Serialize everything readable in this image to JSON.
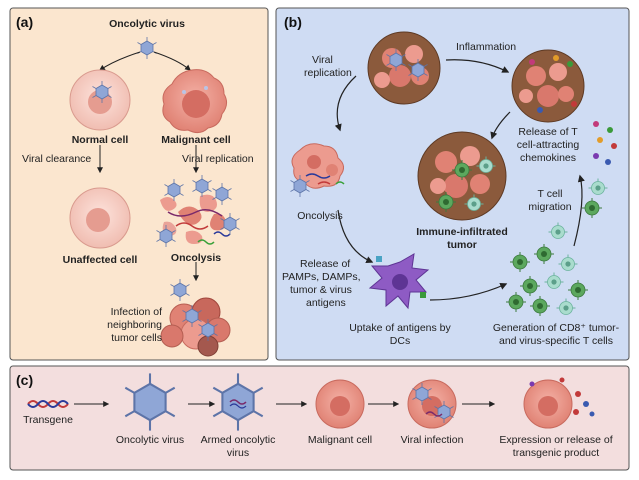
{
  "panels": {
    "a": {
      "letter": "(a)",
      "oncolytic_virus": "Oncolytic virus",
      "normal_cell": "Normal cell",
      "malignant_cell": "Malignant cell",
      "viral_clearance": "Viral clearance",
      "viral_replication": "Viral replication",
      "unaffected_cell": "Unaffected cell",
      "oncolysis": "Oncolysis",
      "infection_line1": "Infection of",
      "infection_line2": "neighboring",
      "infection_line3": "tumor cells"
    },
    "b": {
      "letter": "(b)",
      "viral_replication_line1": "Viral",
      "viral_replication_line2": "replication",
      "inflammation": "Inflammation",
      "release_t_line1": "Release of T",
      "release_t_line2": "cell-attracting",
      "release_t_line3": "chemokines",
      "oncolysis": "Oncolysis",
      "immune_line1": "Immune-infiltrated",
      "immune_line2": "tumor",
      "t_cell_line1": "T cell",
      "t_cell_line2": "migration",
      "release_pamps_line1": "Release of",
      "release_pamps_line2": "PAMPs, DAMPs,",
      "release_pamps_line3": "tumor & virus",
      "release_pamps_line4": "antigens",
      "uptake_line1": "Uptake of antigens by",
      "uptake_line2": "DCs",
      "generation_line1": "Generation of CD8⁺ tumor-",
      "generation_line2": "and virus-specific T cells"
    },
    "c": {
      "letter": "(c)",
      "transgene": "Transgene",
      "oncolytic_virus": "Oncolytic virus",
      "armed_line1": "Armed oncolytic",
      "armed_line2": "virus",
      "malignant_cell": "Malignant cell",
      "viral_infection": "Viral infection",
      "expression_line1": "Expression or release of",
      "expression_line2": "transgenic product"
    }
  },
  "colors": {
    "panel_a_bg": "#fbe6cf",
    "panel_b_bg": "#cfdcf3",
    "panel_c_bg": "#f3dede",
    "normal_cell": "#f6cfc6",
    "malignant_cell": "#ec9b8f",
    "virus": "#8fa6d6",
    "tcell": "#5ca85e",
    "dc": "#8e5bc4"
  }
}
